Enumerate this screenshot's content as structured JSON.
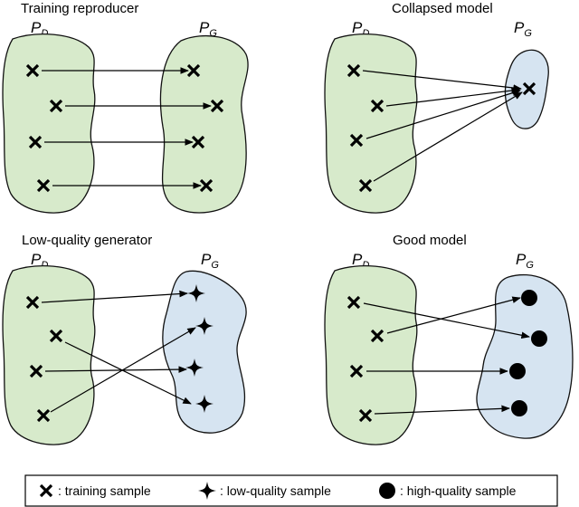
{
  "panels": [
    {
      "id": "tr",
      "title": "Training reproducer",
      "pd_label": "P",
      "pd_sub": "D",
      "pg_label": "P",
      "pg_sub": "G"
    },
    {
      "id": "cm",
      "title": "Collapsed model",
      "pd_label": "P",
      "pd_sub": "D",
      "pg_label": "P",
      "pg_sub": "G"
    },
    {
      "id": "lq",
      "title": "Low-quality generator",
      "pd_label": "P",
      "pd_sub": "D",
      "pg_label": "P",
      "pg_sub": "G"
    },
    {
      "id": "gm",
      "title": "Good model",
      "pd_label": "P",
      "pd_sub": "D",
      "pg_label": "P",
      "pg_sub": "G"
    }
  ],
  "legend": {
    "training": ": training sample",
    "lowq": ": low-quality sample",
    "highq": ": high-quality sample"
  },
  "colors": {
    "data_fill": "#d7eacb",
    "model_fill": "#d6e4f1",
    "stroke": "#111111"
  }
}
